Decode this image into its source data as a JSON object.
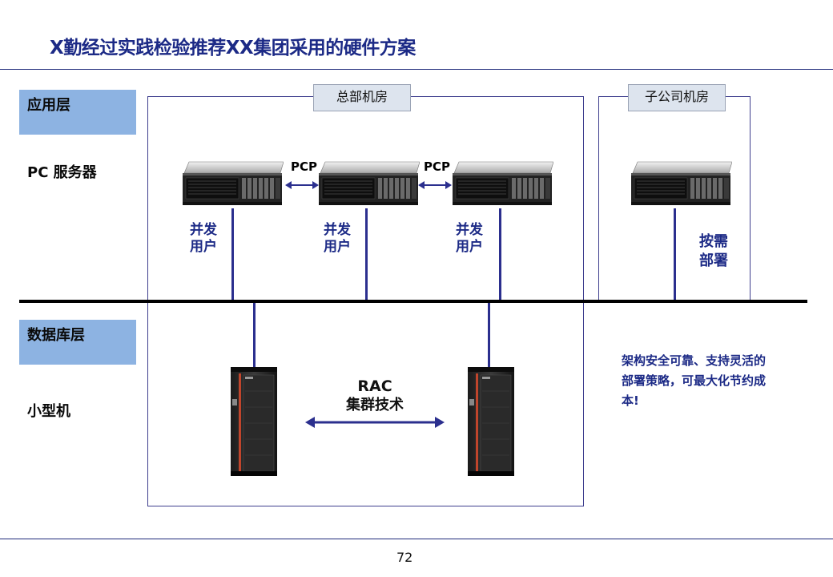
{
  "title": "X勤经过实践检验推荐XX集团采用的硬件方案",
  "layers": {
    "app": "应用层",
    "db": "数据库层"
  },
  "rows": {
    "pc": "PC 服务器",
    "minicomputer": "小型机"
  },
  "frames": {
    "hq": "总部机房",
    "sub": "子公司机房"
  },
  "links": {
    "pcp_1": "PCP",
    "pcp_2": "PCP",
    "rac_line1": "RAC",
    "rac_line2": "集群技术"
  },
  "users": [
    {
      "line1": "并发",
      "line2": "用户"
    },
    {
      "line1": "并发",
      "line2": "用户"
    },
    {
      "line1": "并发",
      "line2": "用户"
    }
  ],
  "on_demand": {
    "line1": "按需",
    "line2": "部署"
  },
  "note": {
    "line1": "架构安全可靠、支持灵活的",
    "line2": "部署策略，可最大化节约成",
    "line3": "本!"
  },
  "page_number": "72",
  "colors": {
    "navy": "#1c2a86",
    "layer_box": "#8db3e2",
    "tag_bg": "#dde4ee"
  },
  "icons": [
    "server-icon",
    "rack-server-icon",
    "double-arrow-icon"
  ]
}
